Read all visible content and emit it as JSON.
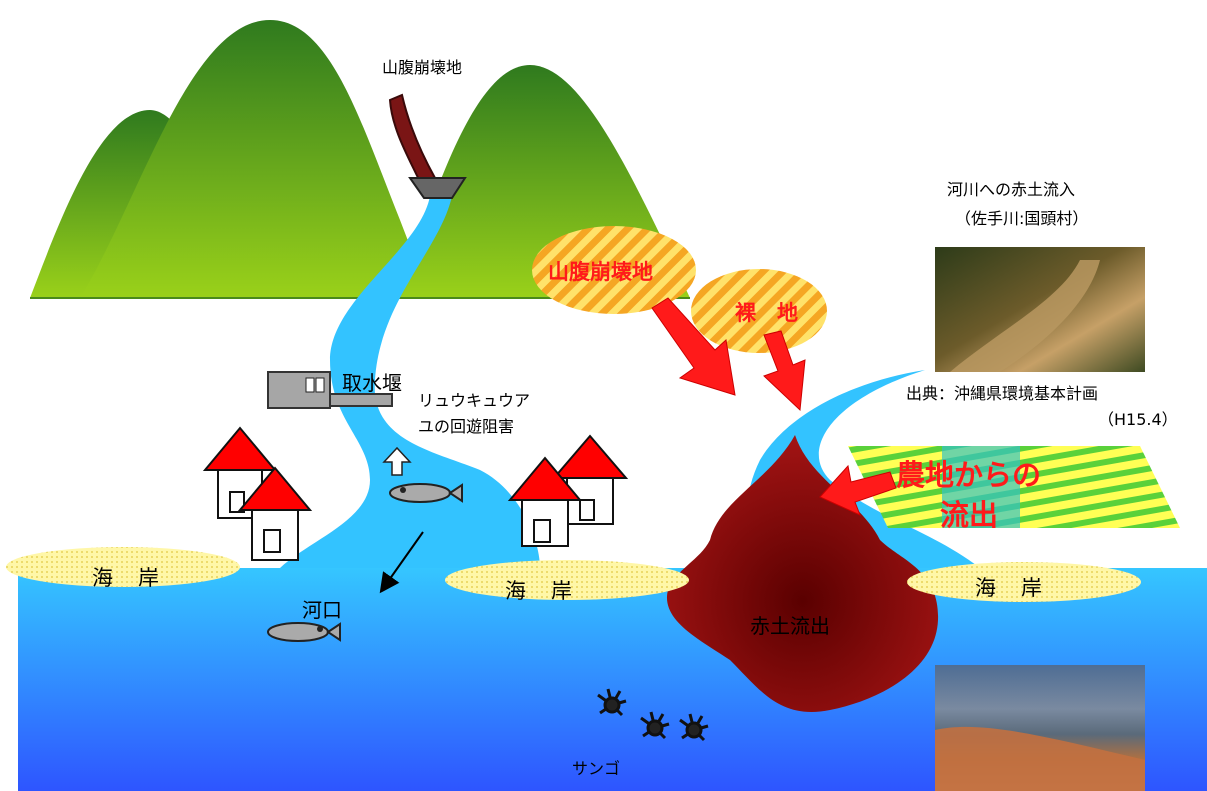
{
  "labels": {
    "landslide_top": "山腹崩壊地",
    "intake": "取水堰",
    "ayu_line1": "リュウキュウア",
    "ayu_line2": "ユの回遊阻害",
    "estuary": "河口",
    "coral": "サンゴ",
    "red_soil": "赤土流出",
    "beach": "海　岸"
  },
  "sources": {
    "landslide": "山腹崩壊地",
    "bare": "裸　地",
    "farm_line1": "農地からの",
    "farm_line2": "流出"
  },
  "photo_caption": {
    "line1": "河川への赤土流入",
    "line2": "（佐手川:国頭村）"
  },
  "credit": {
    "line1": "出典：沖縄県環境基本計画",
    "line2": "（H15.4）"
  },
  "colors": {
    "mountain": "#6fb52b",
    "river": "#33c3ff",
    "sea_top": "#33c3ff",
    "sea_bottom": "#2f5bff",
    "beach": "#fff59a",
    "house_roof": "#ff0000",
    "red_soil": "#8b0a0a",
    "arrow": "#ff1a1a"
  }
}
